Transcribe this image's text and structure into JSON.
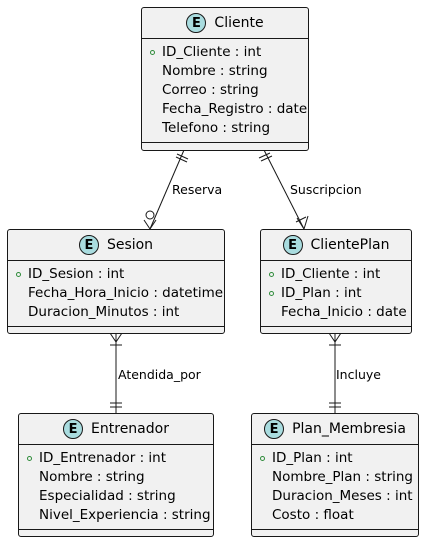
{
  "entities": {
    "cliente": {
      "name": "Cliente",
      "badge": "E",
      "attrs": [
        {
          "text": "ID_Cliente : int",
          "key": true
        },
        {
          "text": "Nombre : string",
          "key": false
        },
        {
          "text": "Correo : string",
          "key": false
        },
        {
          "text": "Fecha_Registro : date",
          "key": false
        },
        {
          "text": "Telefono : string",
          "key": false
        }
      ]
    },
    "sesion": {
      "name": "Sesion",
      "badge": "E",
      "attrs": [
        {
          "text": "ID_Sesion : int",
          "key": true
        },
        {
          "text": "Fecha_Hora_Inicio : datetime",
          "key": false
        },
        {
          "text": "Duracion_Minutos : int",
          "key": false
        }
      ]
    },
    "cliente_plan": {
      "name": "ClientePlan",
      "badge": "E",
      "attrs": [
        {
          "text": "ID_Cliente : int",
          "key": true
        },
        {
          "text": "ID_Plan : int",
          "key": true
        },
        {
          "text": "Fecha_Inicio : date",
          "key": false
        }
      ]
    },
    "entrenador": {
      "name": "Entrenador",
      "badge": "E",
      "attrs": [
        {
          "text": "ID_Entrenador : int",
          "key": true
        },
        {
          "text": "Nombre : string",
          "key": false
        },
        {
          "text": "Especialidad : string",
          "key": false
        },
        {
          "text": "Nivel_Experiencia : string",
          "key": false
        }
      ]
    },
    "plan_membresia": {
      "name": "Plan_Membresia",
      "badge": "E",
      "attrs": [
        {
          "text": "ID_Plan : int",
          "key": true
        },
        {
          "text": "Nombre_Plan : string",
          "key": false
        },
        {
          "text": "Duracion_Meses : int",
          "key": false
        },
        {
          "text": "Costo : float",
          "key": false
        }
      ]
    }
  },
  "relations": {
    "reserva": "Reserva",
    "suscripcion": "Suscripcion",
    "atendida_por": "Atendida_por",
    "incluye": "Incluye"
  },
  "colors": {
    "entity_fill": "#f1f1f1",
    "badge_fill": "#a9dcdf",
    "border": "#181818",
    "key_marker": "#2e8b3a"
  }
}
